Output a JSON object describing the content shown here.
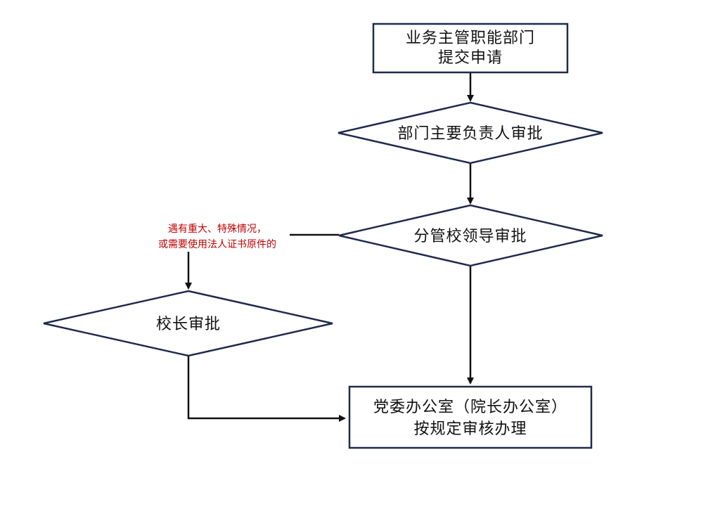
{
  "diagram": {
    "nodes": {
      "submit": {
        "lines": [
          "业务主管职能部门",
          "提交申请"
        ]
      },
      "dept_head": {
        "lines": [
          "部门主要负责人审批"
        ]
      },
      "school_leader": {
        "lines": [
          "分管校领导审批"
        ]
      },
      "principal": {
        "lines": [
          "校长审批"
        ]
      },
      "office": {
        "lines": [
          "党委办公室（院长办公室）",
          "按规定审核办理"
        ]
      }
    },
    "notes": {
      "condition": {
        "lines": [
          "遇有重大、特殊情况，",
          "或需要使用法人证书原件的"
        ]
      }
    },
    "colors": {
      "shape_stroke": "#1f2a4f",
      "arrow": "#111111",
      "note_text": "#c00000"
    }
  }
}
